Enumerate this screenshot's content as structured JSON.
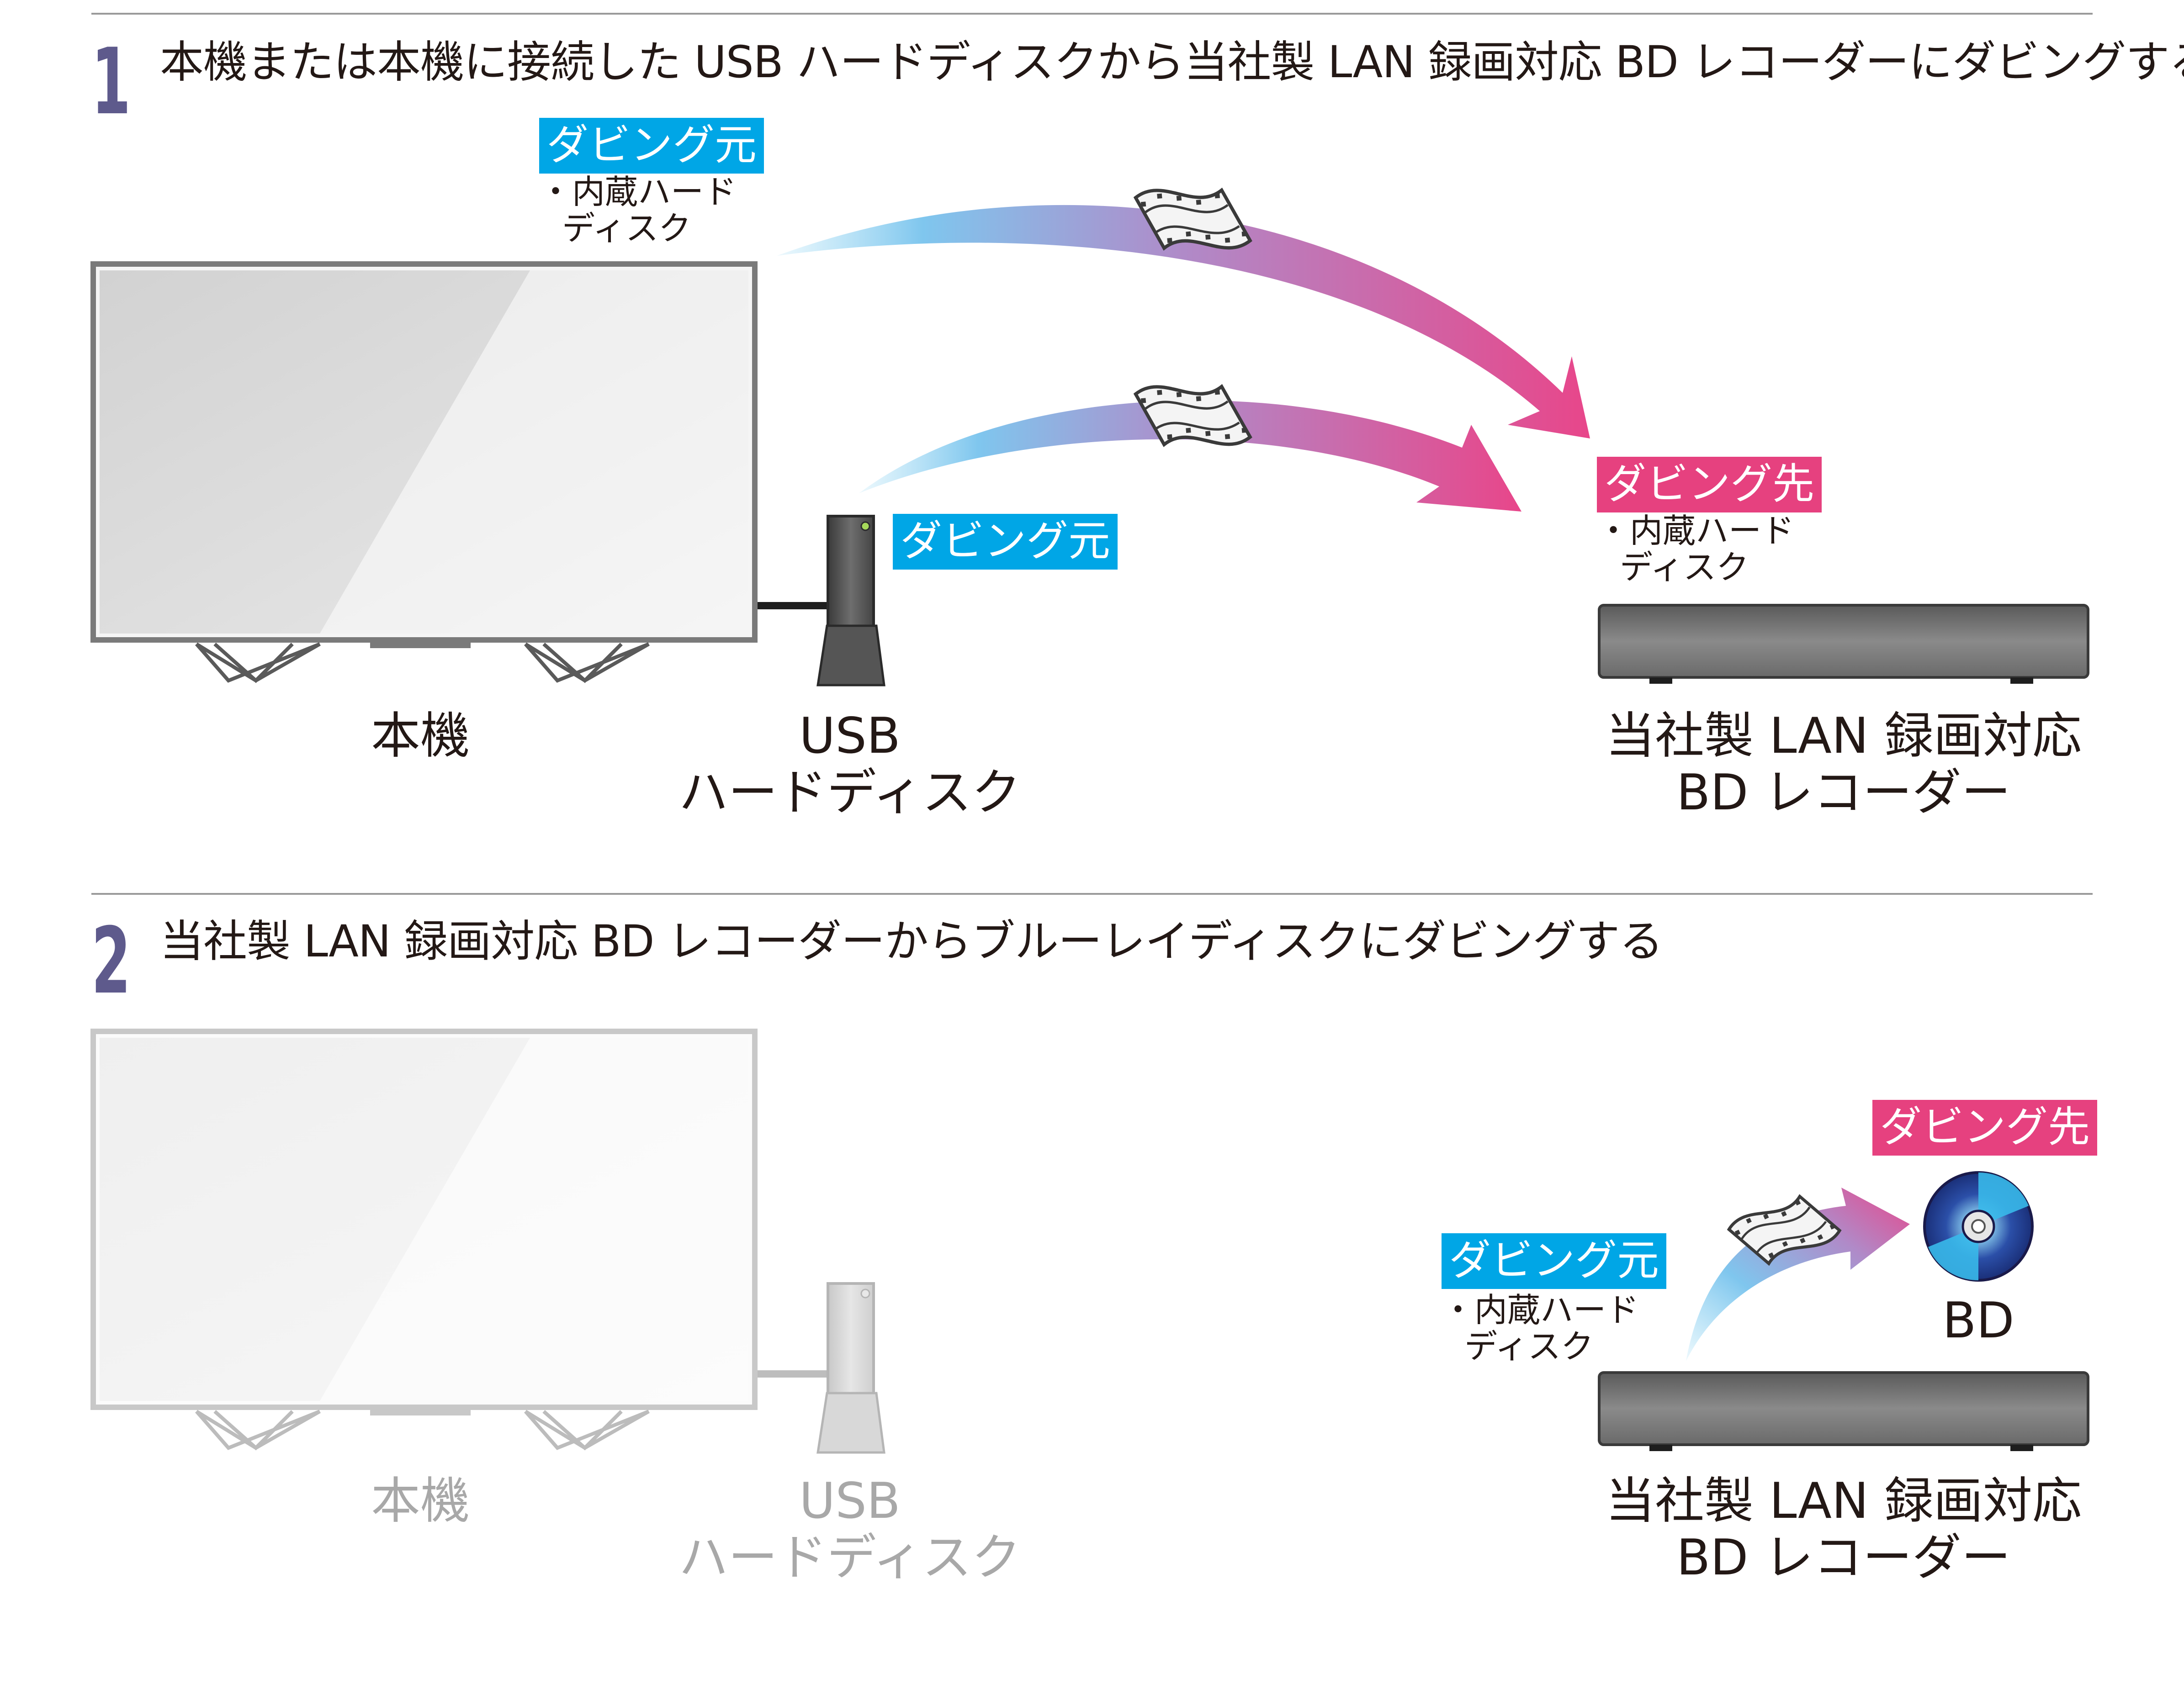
{
  "section1": {
    "number": "1",
    "title": "本機または本機に接続した USB ハードディスクから当社製 LAN 録画対応 BD レコーダーにダビングする",
    "tv_source_tag": "ダビング元",
    "tv_source_note_line1": "・内蔵ハード",
    "tv_source_note_line2": "ディスク",
    "usb_source_tag": "ダビング元",
    "dest_tag": "ダビング先",
    "dest_note_line1": "・内蔵ハード",
    "dest_note_line2": "ディスク",
    "tv_caption": "本機",
    "usb_caption_line1": "USB",
    "usb_caption_line2": "ハードディスク",
    "recorder_caption_line1": "当社製 LAN 録画対応",
    "recorder_caption_line2": "BD レコーダー"
  },
  "section2": {
    "number": "2",
    "title": "当社製 LAN 録画対応 BD レコーダーからブルーレイディスクにダビングする",
    "dest_tag": "ダビング先",
    "source_tag": "ダビング元",
    "source_note_line1": "・内蔵ハード",
    "source_note_line2": "ディスク",
    "bd_caption": "BD",
    "tv_caption": "本機",
    "usb_caption_line1": "USB",
    "usb_caption_line2": "ハードディスク",
    "recorder_caption_line1": "当社製 LAN 録画対応",
    "recorder_caption_line2": "BD レコーダー"
  },
  "colors": {
    "source_tag": "#00a6e6",
    "dest_tag": "#e6417f",
    "step_number": "#5e5a8c",
    "faded_text": "#a8a8a8"
  }
}
